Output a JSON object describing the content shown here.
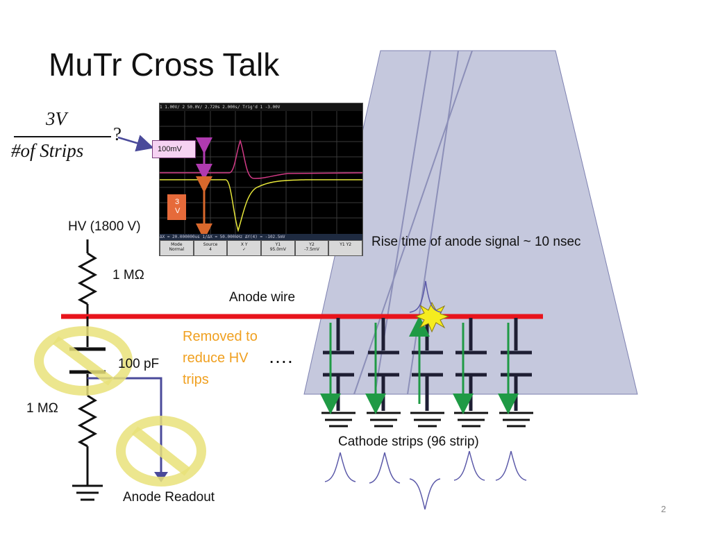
{
  "slide": {
    "title": "MuTr Cross Talk",
    "page_number": "2"
  },
  "fraction": {
    "numerator": "3V",
    "denominator": "#of Strips",
    "suffix": "?"
  },
  "labels": {
    "hv": "HV (1800 V)",
    "r_top": "1 MΩ",
    "r_bottom": "1 MΩ",
    "capacitor": "100 pF",
    "removed": "Removed to reduce HV trips",
    "anode_wire": "Anode wire",
    "ellipsis": "….",
    "rise_time": "Rise time of anode signal  ~ 10 nsec",
    "cathode_strips": "Cathode strips (96 strip)",
    "anode_readout": "Anode Readout"
  },
  "callouts": {
    "scale_100mv": "100mV",
    "scale_3v": "3 V"
  },
  "scope": {
    "header": "1  1.00V/  2  50.0V/  2.720s  2.000s/  Trig'd  1  -3.00V",
    "status": "ΔX = 20.000000us    1/ΔX = 50.000kHz    ΔY(4) = -102.5mV",
    "softkeys": [
      {
        "line1": "Mode",
        "line2": "Normal"
      },
      {
        "line1": "Source",
        "line2": "4"
      },
      {
        "line1": "X    Y",
        "line2": "✓"
      },
      {
        "line1": "Y1",
        "line2": "95.0mV"
      },
      {
        "line1": "Y2",
        "line2": "-7.5mV"
      },
      {
        "line1": "Y1 Y2",
        "line2": ""
      }
    ]
  },
  "colors": {
    "anode_wire": "#e8141c",
    "chamber": "#c5c8dd",
    "cathode_arrow": "#1f9a45",
    "pulse": "#5a58a8",
    "removed_text": "#f0a020",
    "prohibit_sign": "#f3ef8a"
  },
  "icons": [
    "resistor",
    "capacitor",
    "ground",
    "prohibited-sign",
    "spark-burst",
    "pulse"
  ]
}
